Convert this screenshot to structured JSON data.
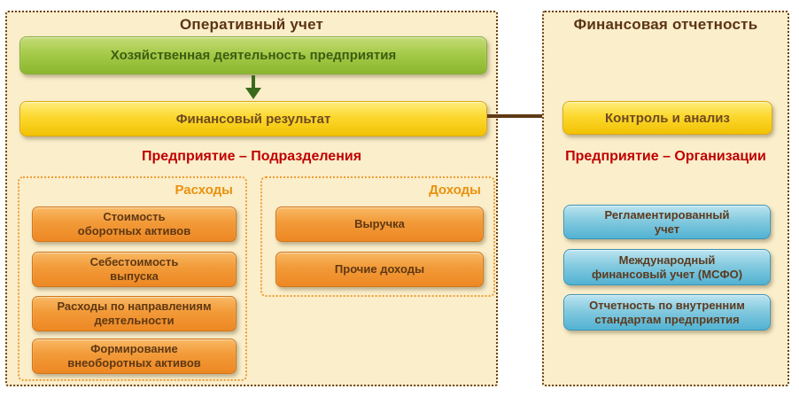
{
  "left": {
    "title": "Оперативный учет",
    "activity_box": "Хозяйственная деятельность предприятия",
    "result_box": "Финансовый результат",
    "subdivisions_label": "Предприятие – Подразделения",
    "expenses": {
      "title": "Расходы",
      "items": [
        "Стоимость\nоборотных активов",
        "Себестоимость\nвыпуска",
        "Расходы по направлениям\nдеятельности",
        "Формирование\nвнеоборотных активов"
      ]
    },
    "incomes": {
      "title": "Доходы",
      "items": [
        "Выручка",
        "Прочие доходы"
      ]
    }
  },
  "right": {
    "title": "Финансовая отчетность",
    "control_box": "Контроль и анализ",
    "organizations_label": "Предприятие – Организации",
    "items": [
      "Регламентированный\nучет",
      "Международный\nфинансовый учет (МСФО)",
      "Отчетность по внутренним\nстандартам предприятия"
    ]
  },
  "colors": {
    "panel_background": "#faeecb",
    "panel_border": "#6b4018",
    "sub_panel_border": "#f09d33",
    "green_box": "#a6ca49",
    "yellow_box": "#fcd72e",
    "orange_box": "#f29a38",
    "blue_box": "#84cadf",
    "red_label": "#c00000",
    "title_text": "#5c3413",
    "green_arrow": "#3a6b1d",
    "brown_arrow": "#5f3a16"
  }
}
